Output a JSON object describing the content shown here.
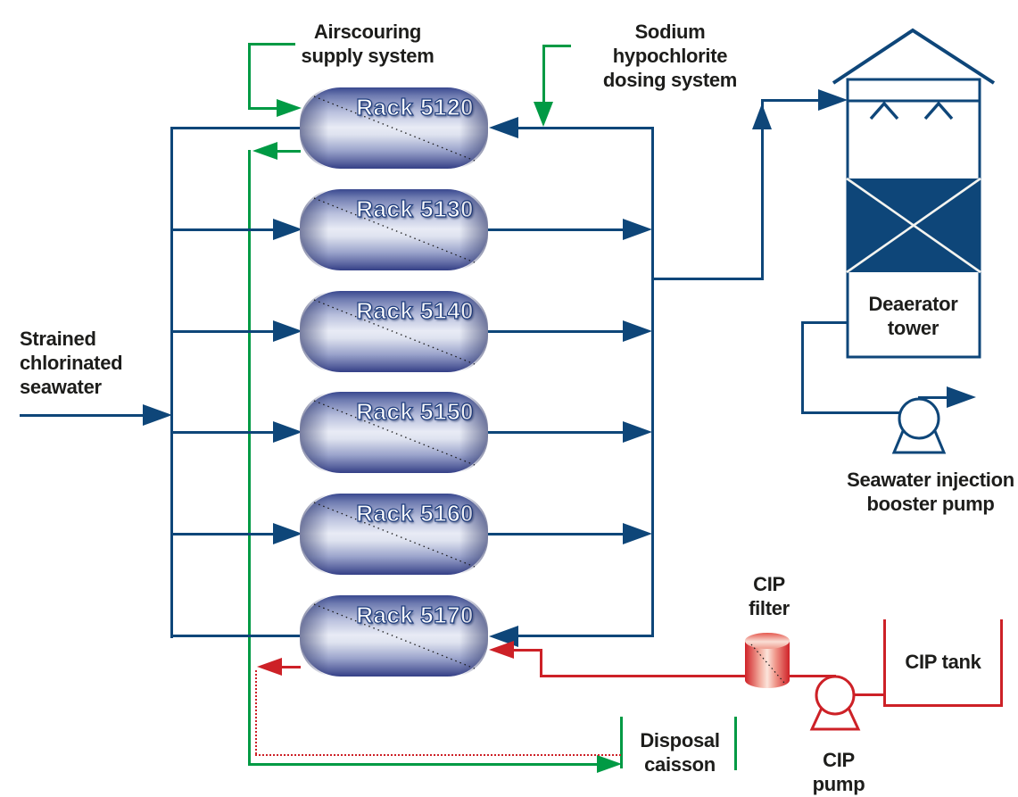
{
  "labels": {
    "airscouring": "Airscouring\nsupply system",
    "sodium": "Sodium hypochlorite\ndosing system",
    "strained": "Strained\nchlorinated\nseawater",
    "deaerator": "Deaerator\ntower",
    "booster_pump": "Seawater injection\nbooster pump",
    "cip_filter": "CIP\nfilter",
    "cip_tank": "CIP tank",
    "cip_pump": "CIP\npump",
    "disposal": "Disposal\ncaisson"
  },
  "racks": [
    {
      "label": "Rack 5120"
    },
    {
      "label": "Rack 5130"
    },
    {
      "label": "Rack 5140"
    },
    {
      "label": "Rack 5150"
    },
    {
      "label": "Rack 5160"
    },
    {
      "label": "Rack 5170"
    }
  ],
  "colors": {
    "blue": "#0e4679",
    "green": "#009a44",
    "red": "#cd2127",
    "ink": "#1d1d1b"
  }
}
